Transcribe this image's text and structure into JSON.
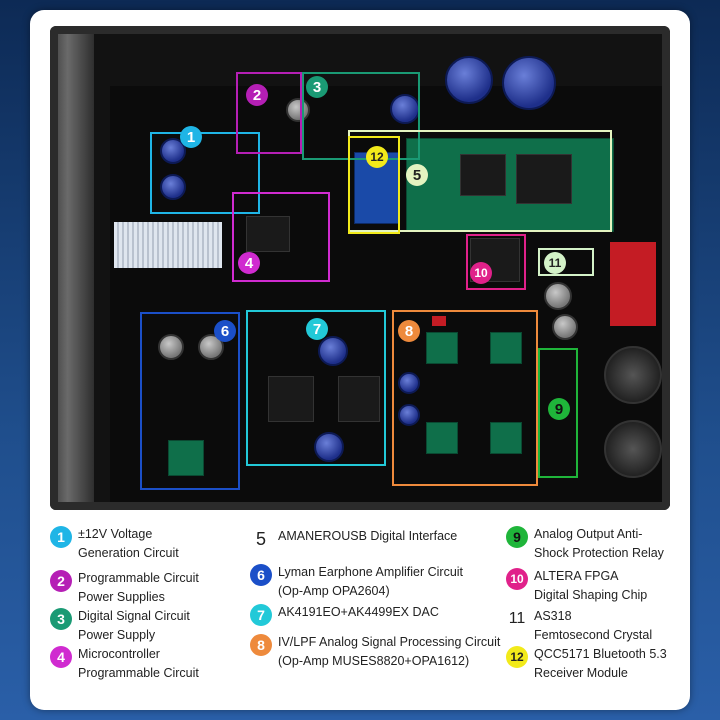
{
  "colors": {
    "c1": "#1fb5e6",
    "c2": "#b51fb5",
    "c3": "#1a9a74",
    "c4": "#d02bd0",
    "c5": "#e4f4c0",
    "c6": "#1b4fc8",
    "c7": "#22c9d8",
    "c8": "#ee8a3c",
    "c9": "#1fb53a",
    "c10": "#e0218a",
    "c11": "#d4f2c8",
    "c12": "#f2ea1a"
  },
  "badges": [
    "1",
    "2",
    "3",
    "4",
    "5",
    "6",
    "7",
    "8",
    "9",
    "10",
    "11",
    "12"
  ],
  "legend": [
    {
      "num": "1",
      "lines": [
        "±12V Voltage",
        "Generation Circuit"
      ],
      "color": "#1fb5e6",
      "plain": false
    },
    {
      "num": "2",
      "lines": [
        "Programmable Circuit",
        "Power Supplies"
      ],
      "color": "#b51fb5",
      "plain": false
    },
    {
      "num": "3",
      "lines": [
        "Digital Signal Circuit",
        "Power Supply"
      ],
      "color": "#1a9a74",
      "plain": false
    },
    {
      "num": "4",
      "lines": [
        "Microcontroller",
        "Programmable Circuit"
      ],
      "color": "#d02bd0",
      "plain": false
    },
    {
      "num": "5",
      "lines": [
        "AMANEROUSB Digital Interface"
      ],
      "color": "#e4f4c0",
      "plain": true
    },
    {
      "num": "6",
      "lines": [
        "Lyman Earphone Amplifier Circuit",
        "(Op-Amp OPA2604)"
      ],
      "color": "#1b4fc8",
      "plain": false
    },
    {
      "num": "7",
      "lines": [
        "AK4191EO+AK4499EX DAC"
      ],
      "color": "#22c9d8",
      "plain": false
    },
    {
      "num": "8",
      "lines": [
        "IV/LPF Analog Signal Processing Circuit",
        "(Op-Amp MUSES8820+OPA1612)"
      ],
      "color": "#ee8a3c",
      "plain": false
    },
    {
      "num": "9",
      "lines": [
        "Analog Output Anti-",
        "Shock Protection Relay"
      ],
      "color": "#1fb53a",
      "plain": false
    },
    {
      "num": "10",
      "lines": [
        "ALTERA FPGA",
        "Digital Shaping Chip"
      ],
      "color": "#e0218a",
      "plain": false
    },
    {
      "num": "11",
      "lines": [
        "AS318",
        "Femtosecond Crystal"
      ],
      "color": "#d4f2c8",
      "plain": true
    },
    {
      "num": "12",
      "lines": [
        "QCC5171 Bluetooth 5.3",
        "Receiver Module"
      ],
      "color": "#f2ea1a",
      "plain": false
    }
  ]
}
